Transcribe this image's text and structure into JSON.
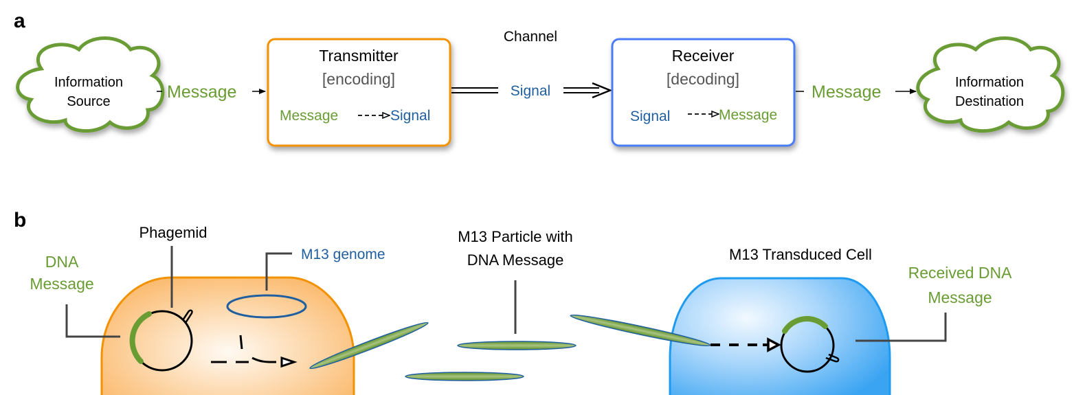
{
  "colors": {
    "green": "#6a9c34",
    "blue_text": "#1f5fa0",
    "orange": "#f39200",
    "blue_box": "#4a7bf7",
    "cell_blue": "#1e9af0",
    "gray_text": "#555555",
    "black": "#000000"
  },
  "panel_a": {
    "label": "a",
    "source_cloud": {
      "line1": "Information",
      "line2": "Source"
    },
    "message_left": "Message",
    "transmitter": {
      "title": "Transmitter",
      "subtitle": "[encoding]",
      "from": "Message",
      "to": "Signal"
    },
    "channel_label": "Channel",
    "signal_label": "Signal",
    "receiver": {
      "title": "Receiver",
      "subtitle": "[decoding]",
      "from": "Signal",
      "to": "Message"
    },
    "message_right": "Message",
    "destination_cloud": {
      "line1": "Information",
      "line2": "Destination"
    }
  },
  "panel_b": {
    "label": "b",
    "phagemid_label": "Phagemid",
    "dna_message_label": {
      "line1": "DNA",
      "line2": "Message"
    },
    "m13_genome_label": "M13 genome",
    "particle_label": {
      "line1": "M13 Particle with",
      "line2": "DNA Message"
    },
    "transduced_cell_label": "M13 Transduced Cell",
    "received_label": {
      "line1": "Received DNA",
      "line2": "Message"
    }
  }
}
